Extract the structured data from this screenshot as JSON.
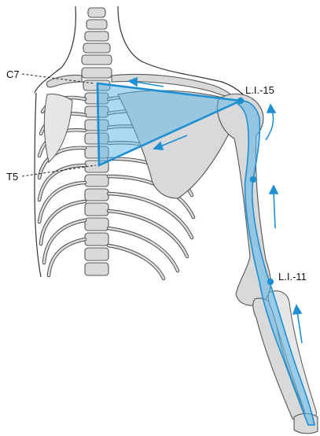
{
  "labels": {
    "c7": "C7",
    "t5": "T5",
    "li15": "L.I.-15",
    "li11": "L.I.-11"
  },
  "colors": {
    "meridian_fill": "#5bb6e8",
    "meridian_stroke": "#1f8fd4",
    "bone_fill": "#d9d9d9",
    "outline": "#333333"
  }
}
